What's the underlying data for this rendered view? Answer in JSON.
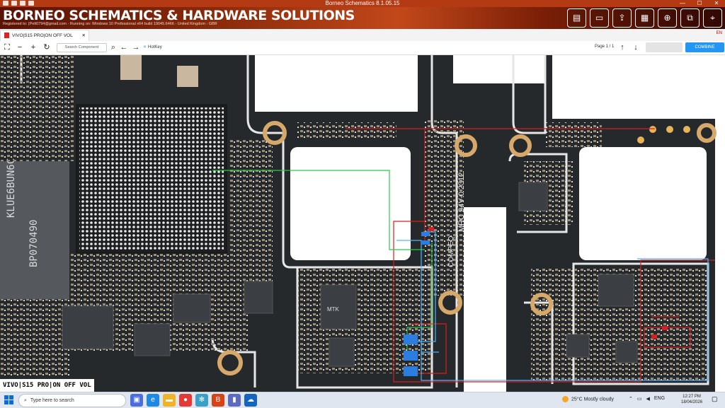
{
  "window": {
    "title": "Borneo Schematics 8.1.05.15",
    "controls": [
      "—",
      "☐",
      "✕"
    ]
  },
  "banner": {
    "brand": "BORNEO SCHEMATICS & HARDWARE SOLUTIONS",
    "registration": "Registered to: (Pelt0794@gmail.com - Running on: Windows 10 Professional x64 build 19045.6466 - United Kingdom - GBR",
    "tools": [
      {
        "name": "report-icon",
        "glyph": "▤"
      },
      {
        "name": "display-icon",
        "glyph": "▭"
      },
      {
        "name": "share-icon",
        "glyph": "⇪"
      },
      {
        "name": "translate-icon",
        "glyph": "▦"
      },
      {
        "name": "zoom-icon",
        "glyph": "⊕"
      },
      {
        "name": "open-window-icon",
        "glyph": "⧉"
      },
      {
        "name": "scan-icon",
        "glyph": "⌖"
      }
    ]
  },
  "tabs": [
    {
      "label": "VIVO|S15 PRO|ON OFF VOL",
      "close": "✕"
    }
  ],
  "language_flag": "EN",
  "toolbar": {
    "search_placeholder": "Search Component",
    "hotkey_prefix": "✕",
    "hotkey_label": "HotKey",
    "page_info": "Page 1 / 1",
    "combine_label": "COMBINE",
    "icons": {
      "fit": "⛶",
      "zoom_out": "−",
      "zoom_in": "+",
      "reset": "↻",
      "search": "⌕",
      "back": "←",
      "forward": "→",
      "page_up": "↑",
      "page_down": "↓"
    }
  },
  "board": {
    "caption": "VIVO|S15 PRO|ON OFF VOL",
    "markings": [
      "KLUE6BUN6C",
      "BP070490",
      "MRC 94V-0 2312",
      "COMPEQ",
      "MTK"
    ],
    "net_colors": {
      "red": "#d81e1e",
      "green": "#2ec74a",
      "blue": "#2b7de0",
      "cyan": "#4fb3ff"
    }
  },
  "taskbar": {
    "search_placeholder": "Type here to search",
    "weather": "25°C  Mostly cloudy",
    "language": "ENG",
    "time": "12:27 PM",
    "date": "18/04/2026"
  }
}
